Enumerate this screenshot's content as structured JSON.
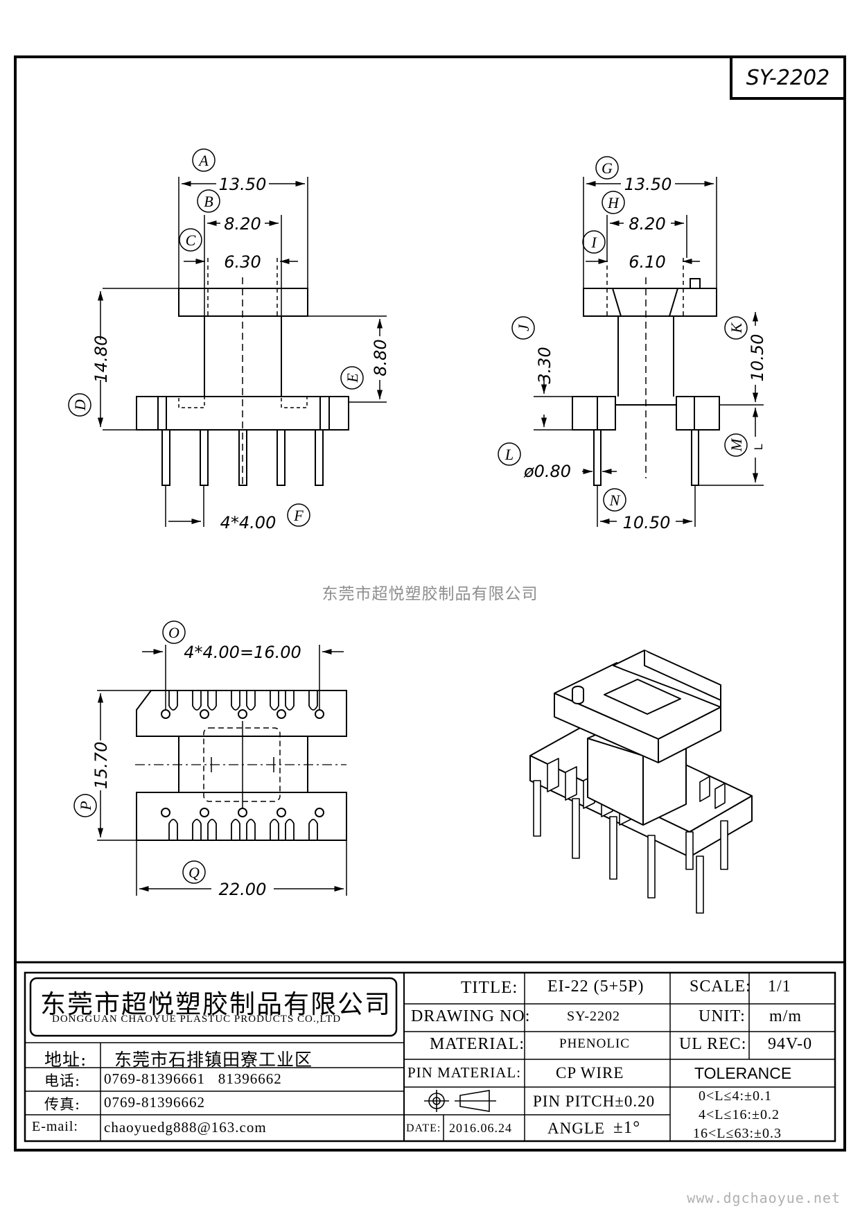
{
  "drawing_code": "SY-2202",
  "watermark": "东莞市超悦塑胶制品有限公司",
  "website": "www.dgchaoyue.net",
  "front_view": {
    "labels": [
      "A",
      "B",
      "C",
      "D",
      "E",
      "F"
    ],
    "dim_a": "13.50",
    "dim_b": "8.20",
    "dim_c": "6.30",
    "dim_d": "14.80",
    "dim_e": "8.80",
    "dim_f": "4*4.00"
  },
  "side_view": {
    "labels": [
      "G",
      "H",
      "I",
      "J",
      "K",
      "L",
      "M",
      "N"
    ],
    "dim_g": "13.50",
    "dim_h": "8.20",
    "dim_i": "6.10",
    "dim_j": "3.30",
    "dim_k": "10.50",
    "dim_l": "ø0.80",
    "dim_m": "L",
    "dim_n": "10.50"
  },
  "bottom_view": {
    "labels": [
      "O",
      "P",
      "Q"
    ],
    "dim_o": "4*4.00=16.00",
    "dim_p": "15.70",
    "dim_q": "22.00"
  },
  "title_block": {
    "company_cn": "东莞市超悦塑胶制品有限公司",
    "company_en": "DONGGUAN CHAOYUE PLASTUC PRODUCTS CO.,LTD",
    "address_label": "地址:",
    "address": "东莞市石排镇田寮工业区",
    "phone_label": "电话:",
    "phone": "0769-81396661   81396662",
    "fax_label": "传真:",
    "fax": "0769-81396662",
    "email_label": "E-mail:",
    "email": "chaoyuedg888@163.com",
    "title_label": "TITLE:",
    "title_value": "EI-22 (5+5P)",
    "scale_label": "SCALE:",
    "scale_value": "1/1",
    "drawing_no_label": "DRAWING NO:",
    "drawing_no_value": "SY-2202",
    "unit_label": "UNIT:",
    "unit_value": "m/m",
    "material_label": "MATERIAL:",
    "material_value": "PHENOLIC",
    "ul_label": "UL REC:",
    "ul_value": "94V-0",
    "pin_material_label": "PIN MATERIAL:",
    "pin_material_value": "CP WIRE",
    "tolerance_label": "TOLERANCE",
    "pin_pitch": "PIN PITCH±0.20",
    "angle_label": "ANGLE",
    "angle_value": "±1°",
    "date_label": "DATE:",
    "date_value": "2016.06.24",
    "tol_1": "0<L≤4:±0.1",
    "tol_2": "4<L≤16:±0.2",
    "tol_3": "16<L≤63:±0.3"
  }
}
